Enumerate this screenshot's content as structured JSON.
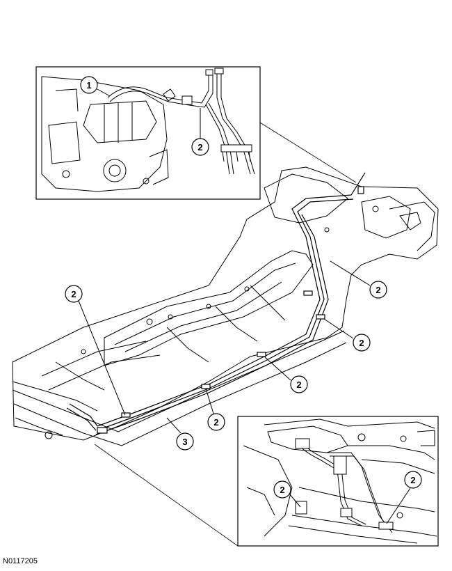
{
  "figure_id": "N0117205",
  "callouts": [
    {
      "id": "c1",
      "label": "1"
    },
    {
      "id": "c2",
      "label": "2"
    },
    {
      "id": "c3",
      "label": "2"
    },
    {
      "id": "c4",
      "label": "2"
    },
    {
      "id": "c5",
      "label": "2"
    },
    {
      "id": "c6",
      "label": "2"
    },
    {
      "id": "c7",
      "label": "2"
    },
    {
      "id": "c8",
      "label": "3"
    },
    {
      "id": "c9",
      "label": "2"
    },
    {
      "id": "c10",
      "label": "2"
    }
  ]
}
